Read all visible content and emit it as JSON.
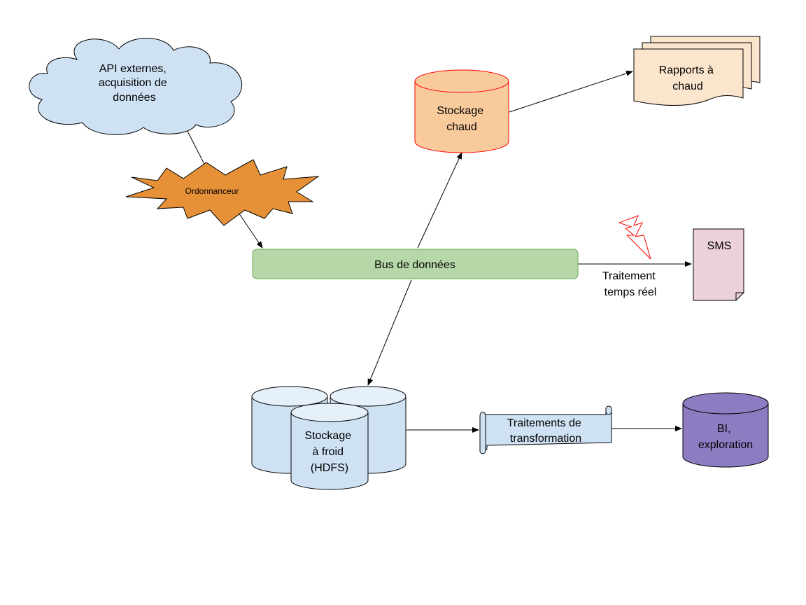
{
  "nodes": {
    "api": {
      "lines": [
        "API externes,",
        "acquisition de",
        "données"
      ],
      "fill": "#cfe2f3"
    },
    "scheduler": {
      "lines": [
        "Ordonnanceur"
      ],
      "fill": "#e69138"
    },
    "hot_storage": {
      "lines": [
        "Stockage",
        "chaud"
      ],
      "fill": "#f9cb9c",
      "stroke": "#ff0000"
    },
    "hot_reports": {
      "lines": [
        "Rapports à",
        "chaud"
      ],
      "fill": "#fce5cd"
    },
    "bus": {
      "lines": [
        "Bus de données"
      ],
      "fill": "#b6d7a8",
      "stroke": "#6aa84f"
    },
    "realtime": {
      "lines": [
        "Traitement",
        "temps réel"
      ]
    },
    "sms": {
      "lines": [
        "SMS"
      ],
      "fill": "#ead1dc"
    },
    "cold_storage": {
      "lines": [
        "Stockage",
        "à froid",
        "(HDFS)"
      ],
      "fill": "#cfe2f3"
    },
    "transform": {
      "lines": [
        "Traitements de",
        "transformation"
      ],
      "fill": "#cfe2f3"
    },
    "bi": {
      "lines": [
        "BI,",
        "exploration"
      ],
      "fill": "#8e7cc3"
    }
  },
  "colors": {
    "line": "#000000",
    "lightning": "#ff0000",
    "outline": "#000000"
  }
}
